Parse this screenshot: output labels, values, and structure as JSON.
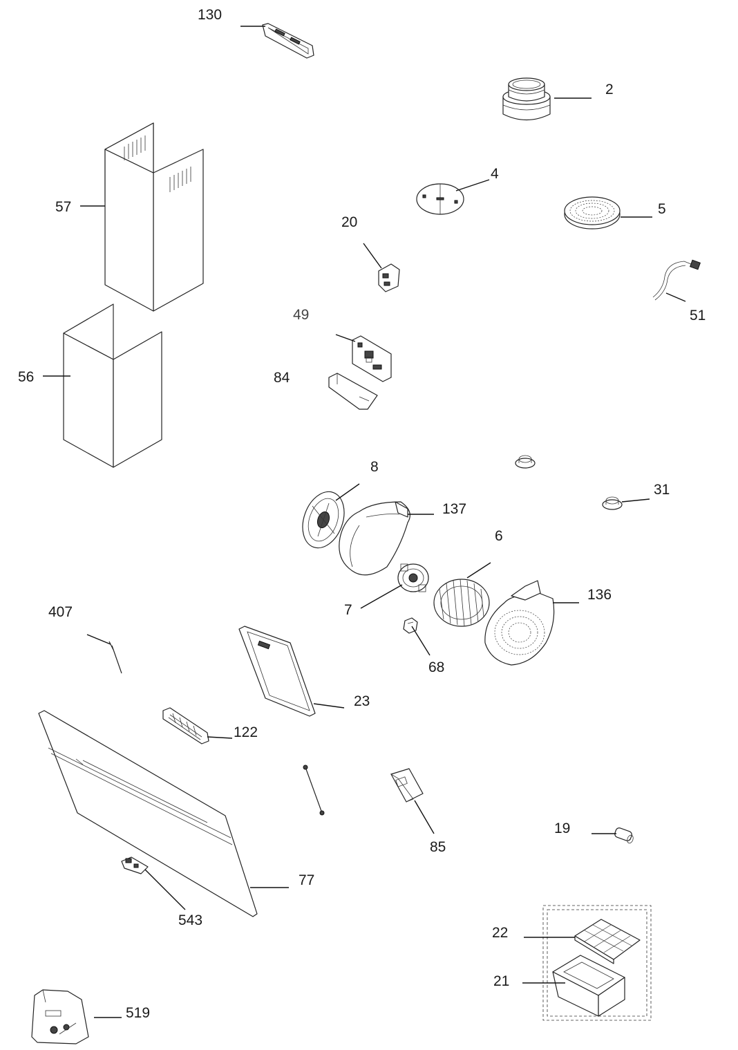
{
  "diagram": {
    "callouts": [
      {
        "id": "130",
        "label": "130"
      },
      {
        "id": "2",
        "label": "2"
      },
      {
        "id": "4",
        "label": "4"
      },
      {
        "id": "5",
        "label": "5"
      },
      {
        "id": "57",
        "label": "57"
      },
      {
        "id": "20",
        "label": "20"
      },
      {
        "id": "51",
        "label": "51"
      },
      {
        "id": "49",
        "label": "49"
      },
      {
        "id": "84",
        "label": "84"
      },
      {
        "id": "56",
        "label": "56"
      },
      {
        "id": "8",
        "label": "8"
      },
      {
        "id": "31",
        "label": "31"
      },
      {
        "id": "137",
        "label": "137"
      },
      {
        "id": "6",
        "label": "6"
      },
      {
        "id": "136",
        "label": "136"
      },
      {
        "id": "7",
        "label": "7"
      },
      {
        "id": "407",
        "label": "407"
      },
      {
        "id": "68",
        "label": "68"
      },
      {
        "id": "23",
        "label": "23"
      },
      {
        "id": "122",
        "label": "122"
      },
      {
        "id": "85",
        "label": "85"
      },
      {
        "id": "19",
        "label": "19"
      },
      {
        "id": "77",
        "label": "77"
      },
      {
        "id": "543",
        "label": "543"
      },
      {
        "id": "22",
        "label": "22"
      },
      {
        "id": "21",
        "label": "21"
      },
      {
        "id": "519",
        "label": "519"
      }
    ]
  }
}
